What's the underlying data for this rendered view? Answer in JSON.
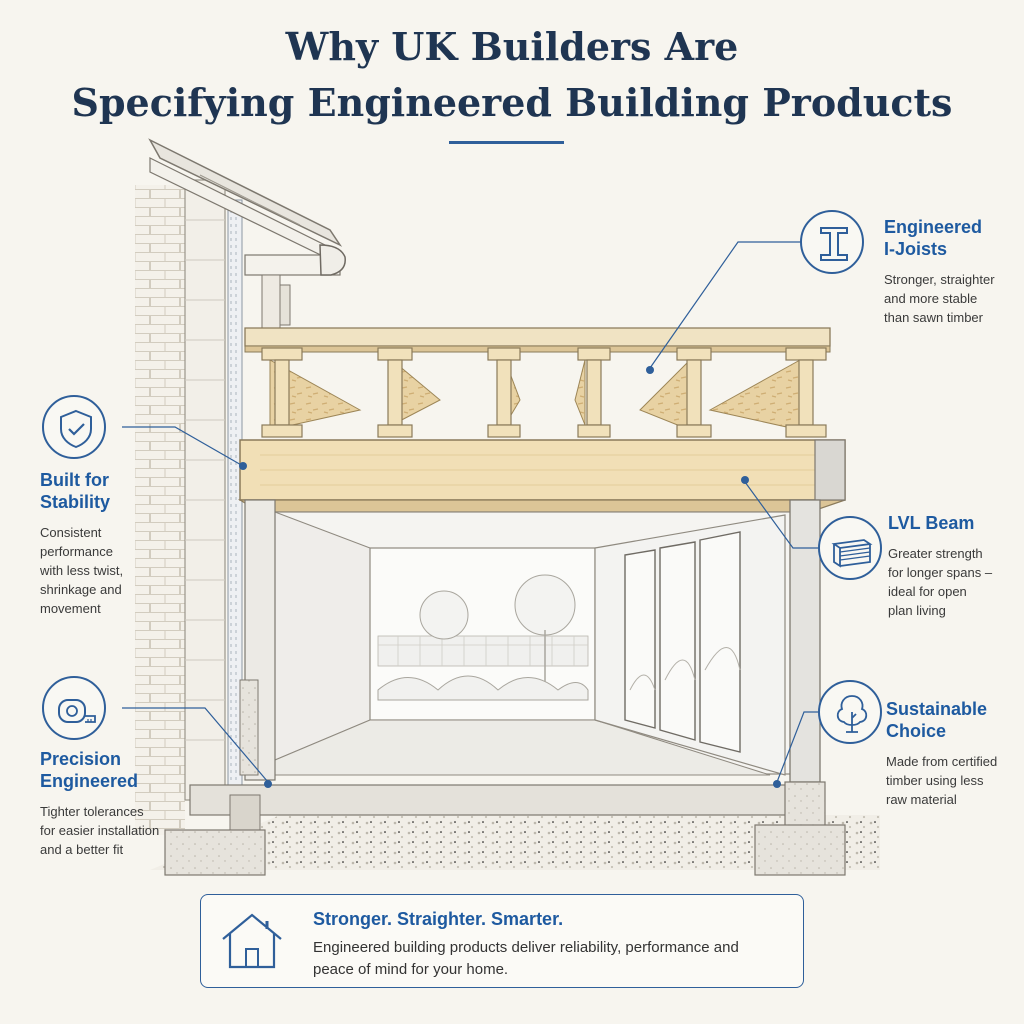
{
  "title": {
    "line1": "Why UK Builders Are",
    "line2": "Specifying Engineered Building Products"
  },
  "callouts": {
    "ijoists": {
      "heading": [
        "Engineered",
        "I-Joists"
      ],
      "desc": [
        "Stronger, straighter",
        "and more stable",
        "than sawn timber"
      ],
      "icon": "i-beam-icon"
    },
    "stability": {
      "heading": [
        "Built for",
        "Stability"
      ],
      "desc": [
        "Consistent",
        "performance",
        "with less twist,",
        "shrinkage and",
        "movement"
      ],
      "icon": "shield-check-icon"
    },
    "lvl": {
      "heading": [
        "LVL Beam"
      ],
      "desc": [
        "Greater strength",
        "for longer spans –",
        "ideal for open",
        "plan living"
      ],
      "icon": "layered-beam-icon"
    },
    "precision": {
      "heading": [
        "Precision",
        "Engineered"
      ],
      "desc": [
        "Tighter tolerances",
        "for easier installation",
        "and a better fit"
      ],
      "icon": "tape-measure-icon"
    },
    "sustainable": {
      "heading": [
        "Sustainable",
        "Choice"
      ],
      "desc": [
        "Made from certified",
        "timber using less",
        "raw material"
      ],
      "icon": "tree-icon"
    }
  },
  "footer": {
    "heading": "Stronger. Straighter. Smarter.",
    "body": "Engineered building products deliver reliability, performance and peace of mind for your home.",
    "icon": "house-icon"
  },
  "colors": {
    "accent": "#1e5aa0",
    "title": "#1f3552",
    "timber": "#ecd9ae",
    "background": "#f7f5ef"
  }
}
